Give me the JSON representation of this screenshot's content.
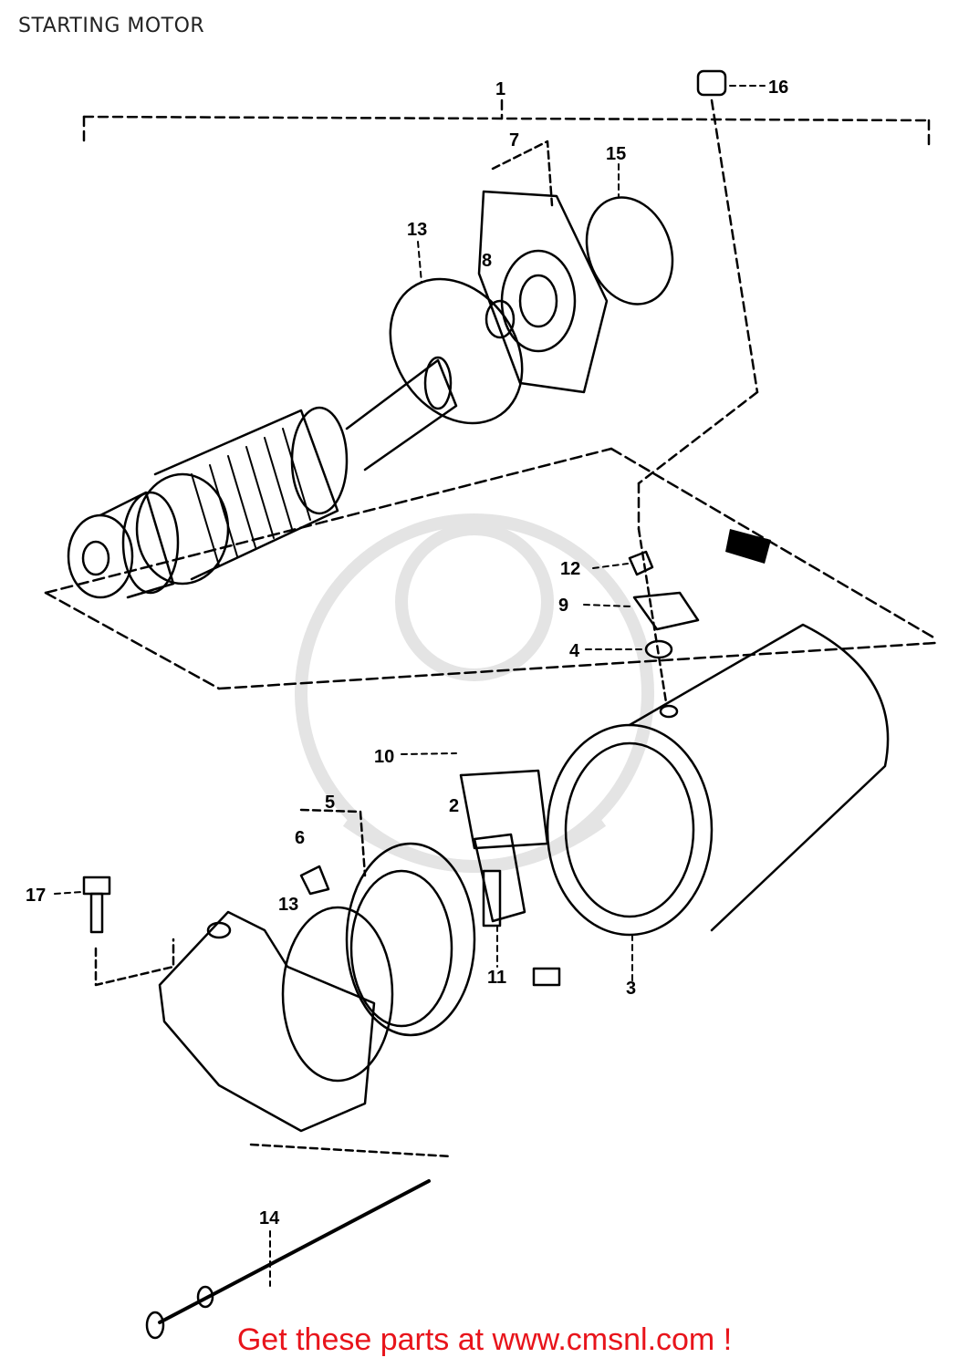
{
  "page": {
    "title": "STARTING MOTOR",
    "footer_link": "Get these parts at www.cmsnl.com !"
  },
  "callouts": [
    {
      "id": "c1",
      "label": "1"
    },
    {
      "id": "c2",
      "label": "2"
    },
    {
      "id": "c3",
      "label": "3"
    },
    {
      "id": "c4",
      "label": "4"
    },
    {
      "id": "c5",
      "label": "5"
    },
    {
      "id": "c6",
      "label": "6"
    },
    {
      "id": "c7",
      "label": "7"
    },
    {
      "id": "c8",
      "label": "8"
    },
    {
      "id": "c9",
      "label": "9"
    },
    {
      "id": "c10",
      "label": "10"
    },
    {
      "id": "c11",
      "label": "11"
    },
    {
      "id": "c12",
      "label": "12"
    },
    {
      "id": "c13a",
      "label": "13"
    },
    {
      "id": "c13b",
      "label": "13"
    },
    {
      "id": "c14",
      "label": "14"
    },
    {
      "id": "c15",
      "label": "15"
    },
    {
      "id": "c16",
      "label": "16"
    },
    {
      "id": "c17",
      "label": "17"
    }
  ],
  "colors": {
    "line": "#000000",
    "footer": "#e8141b",
    "watermark": "#e4e4e4"
  }
}
